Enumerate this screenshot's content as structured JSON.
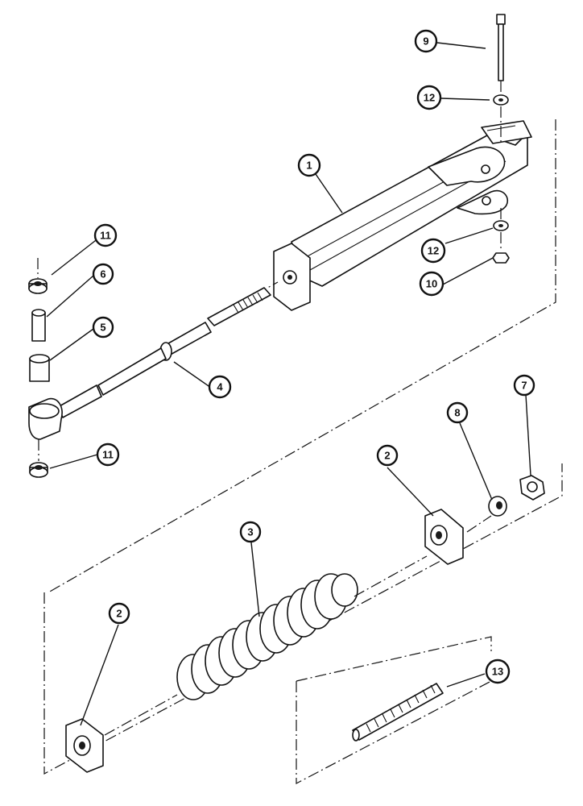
{
  "callouts": [
    {
      "id": "callout-1",
      "label": "1"
    },
    {
      "id": "callout-2a",
      "label": "2"
    },
    {
      "id": "callout-2b",
      "label": "2"
    },
    {
      "id": "callout-3",
      "label": "3"
    },
    {
      "id": "callout-4",
      "label": "4"
    },
    {
      "id": "callout-5",
      "label": "5"
    },
    {
      "id": "callout-6",
      "label": "6"
    },
    {
      "id": "callout-7",
      "label": "7"
    },
    {
      "id": "callout-8",
      "label": "8"
    },
    {
      "id": "callout-9",
      "label": "9"
    },
    {
      "id": "callout-10",
      "label": "10"
    },
    {
      "id": "callout-11a",
      "label": "11"
    },
    {
      "id": "callout-11b",
      "label": "11"
    },
    {
      "id": "callout-12a",
      "label": "12"
    },
    {
      "id": "callout-12b",
      "label": "12"
    },
    {
      "id": "callout-13",
      "label": "13"
    }
  ]
}
